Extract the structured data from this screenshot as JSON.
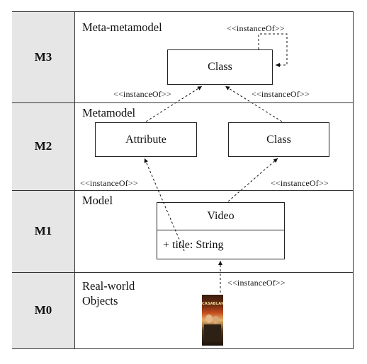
{
  "levels": [
    {
      "code": "M3",
      "name": "Meta-metamodel"
    },
    {
      "code": "M2",
      "name": "Metamodel"
    },
    {
      "code": "M1",
      "name": "Model"
    },
    {
      "code": "M0",
      "name": "Real-world Objects"
    }
  ],
  "m0_name_lines": [
    "Real-world",
    "Objects"
  ],
  "boxes": {
    "m3_class": "Class",
    "m2_attribute": "Attribute",
    "m2_class": "Class",
    "m1_video_name": "Video",
    "m1_video_attribute": "+ title: String"
  },
  "relation_label": "<<instanceOf>>",
  "poster_text": "CASABLANCA"
}
